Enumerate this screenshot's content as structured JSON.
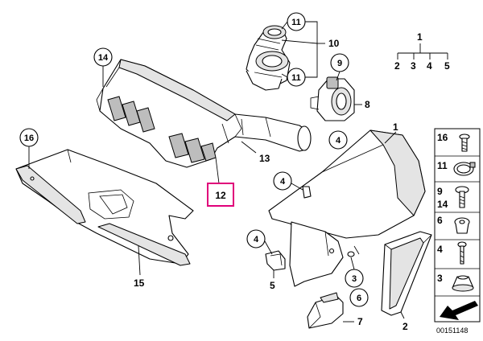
{
  "diagram": {
    "doc_number": "00151148",
    "highlight_color": "#e0007a",
    "highlighted_part": "12",
    "callouts": {
      "c14": "14",
      "c11a": "11",
      "c11b": "11",
      "c9": "9",
      "c16": "16",
      "c4a": "4",
      "c4b": "4",
      "c4c": "4",
      "c3": "3",
      "c6": "6"
    },
    "labels": {
      "l10": "10",
      "l1top": "1",
      "l2": "2",
      "l3": "3",
      "l4": "4",
      "l5": "5",
      "l8": "8",
      "l13": "13",
      "l12": "12",
      "l1": "1",
      "l15": "15",
      "l5b": "5",
      "l2b": "2",
      "l7": "7"
    },
    "sidebar": {
      "s16": "16",
      "s11": "11",
      "s9": "9",
      "s14": "14",
      "s6": "6",
      "s4": "4",
      "s3": "3"
    }
  }
}
